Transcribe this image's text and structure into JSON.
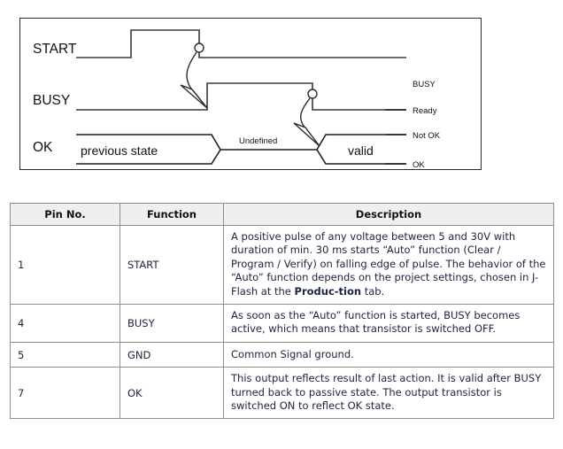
{
  "diagram": {
    "signals": [
      {
        "name": "START"
      },
      {
        "name": "BUSY"
      },
      {
        "name": "OK"
      }
    ],
    "state_labels": {
      "busy_high": "BUSY",
      "busy_low": "Ready",
      "ok_high": "Not OK",
      "ok_low": "OK"
    },
    "bus_segments": {
      "previous": "previous state",
      "undefined": "Undefined",
      "valid": "valid"
    },
    "colors": {
      "line": "#3a3a3a",
      "border": "#2b2b2b",
      "text": "#111111"
    }
  },
  "table": {
    "headers": [
      "Pin No.",
      "Function",
      "Description"
    ],
    "rows": [
      {
        "pin": "1",
        "function": "START",
        "description_pre": "A positive pulse of any voltage between 5 and 30V with duration of min. 30 ms starts “Auto” function (Clear / Program / Verify) on falling edge of pulse. The behavior of the “Auto” function depends on the project settings, chosen in J-Flash at the ",
        "description_bold": "Produc-tion",
        "description_post": " tab."
      },
      {
        "pin": "4",
        "function": "BUSY",
        "description": "As soon as the “Auto” function is started, BUSY becomes active, which means that transistor is switched OFF."
      },
      {
        "pin": "5",
        "function": "GND",
        "description": "Common Signal ground."
      },
      {
        "pin": "7",
        "function": "OK",
        "description": "This output reflects result of last action. It is valid after BUSY turned back to passive state. The output transistor is switched ON to reflect OK state."
      }
    ]
  }
}
